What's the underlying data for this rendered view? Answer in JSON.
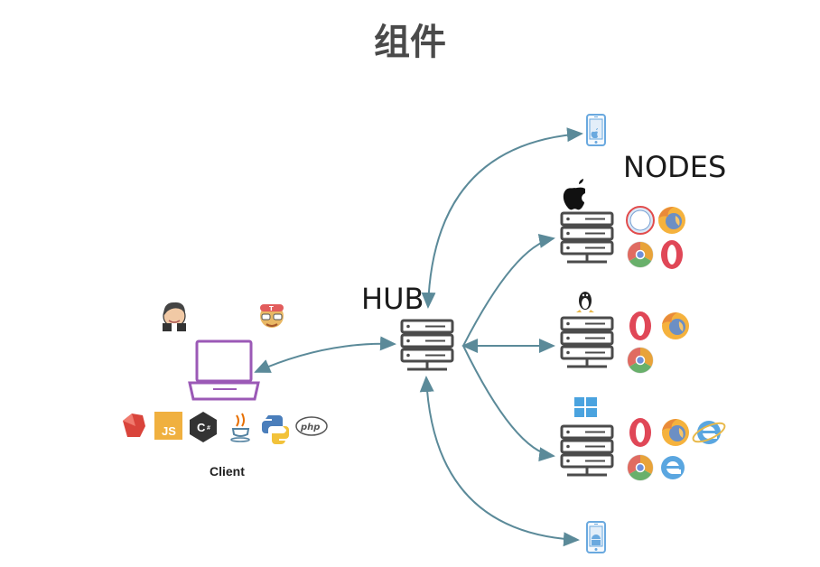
{
  "title": "组件",
  "hub": {
    "label": "HUB"
  },
  "nodes": {
    "label": "NODES"
  },
  "client": {
    "label": "Client"
  },
  "icons": {
    "client_tools": [
      "jenkins-icon",
      "travis-icon"
    ],
    "languages": [
      "ruby-icon",
      "javascript-icon",
      "csharp-icon",
      "java-icon",
      "python-icon",
      "php-icon"
    ],
    "node_mac": {
      "os": "apple-icon",
      "browsers": [
        "safari-icon",
        "firefox-icon",
        "chrome-icon",
        "opera-icon"
      ]
    },
    "node_linux": {
      "os": "linux-icon",
      "browsers": [
        "opera-icon",
        "firefox-icon",
        "chrome-icon"
      ]
    },
    "node_windows": {
      "os": "windows-icon",
      "browsers": [
        "opera-icon",
        "firefox-icon",
        "ie-icon",
        "chrome-icon",
        "edge-icon"
      ]
    },
    "mobile_top": "ios-phone-icon",
    "mobile_bottom": "android-phone-icon"
  },
  "colors": {
    "arrow": "#5b8a99",
    "server": "#4b4b4b",
    "laptop": "#9b59b6",
    "phone": "#6aa9df"
  }
}
